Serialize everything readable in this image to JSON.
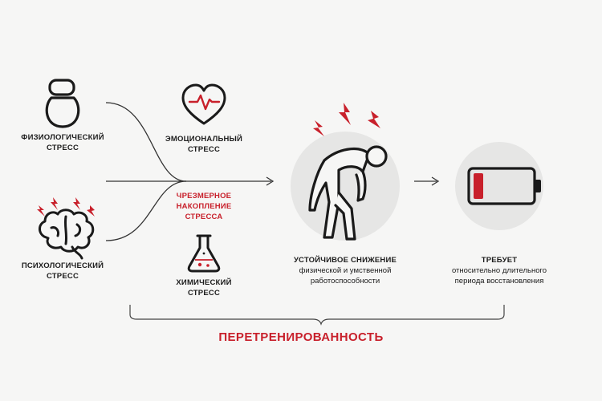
{
  "inputs": {
    "physiological": {
      "line1": "ФИЗИОЛОГИЧЕСКИЙ",
      "line2": "СТРЕСС",
      "icon": "kettlebell-icon"
    },
    "psychological": {
      "line1": "ПСИХОЛОГИЧЕСКИЙ",
      "line2": "СТРЕСС",
      "icon": "brain-icon"
    },
    "emotional": {
      "line1": "ЭМОЦИОНАЛЬНЫЙ",
      "line2": "СТРЕСС",
      "icon": "heart-pulse-icon"
    },
    "chemical": {
      "line1": "ХИМИЧЕСКИЙ",
      "line2": "СТРЕСС",
      "icon": "flask-icon"
    }
  },
  "accumulation": {
    "line1": "ЧРЕЗМЕРНОЕ",
    "line2": "НАКОПЛЕНИЕ",
    "line3": "СТРЕССА"
  },
  "result": {
    "title": "УСТОЙЧИВОЕ СНИЖЕНИЕ",
    "line1": "физической и умственной",
    "line2": "работоспособности",
    "icon": "exhausted-person-icon"
  },
  "recovery": {
    "title": "ТРЕБУЕТ",
    "line1": "относительно длительного",
    "line2": "периода восстановления",
    "icon": "low-battery-icon"
  },
  "summary": {
    "title": "ПЕРЕТРЕНИРОВАННОСТЬ"
  },
  "colors": {
    "accent": "#c8202b",
    "ink": "#1c1c1c",
    "circle": "#e6e6e5",
    "background": "#f6f6f5"
  }
}
